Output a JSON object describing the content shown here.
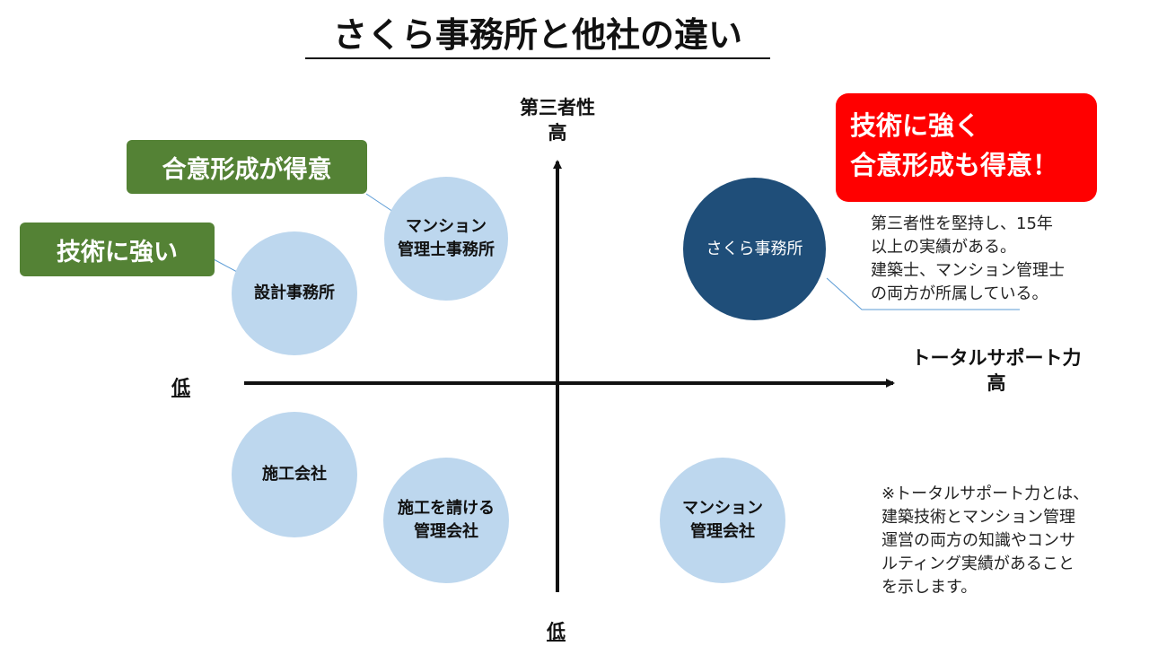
{
  "title": "さくら事務所と他社の違い",
  "axes": {
    "y_top": {
      "name": "第三者性",
      "high": "高"
    },
    "y_bottom_low": "低",
    "x_right": {
      "name": "トータルサポート力",
      "high": "高"
    },
    "x_left_low": "低"
  },
  "circles": {
    "design_office": "設計事務所",
    "mansion_manager_office": "マンション\n管理士事務所",
    "sakura_office": "さくら事務所",
    "construction_company": "施工会社",
    "construction_capable_mgmt": "施工を請ける\n管理会社",
    "mansion_mgmt_company": "マンション\n管理会社"
  },
  "tags": {
    "consensus": "合意形成が得意",
    "technical": "技術に強い"
  },
  "callout": {
    "line1": "技術に強く",
    "line2": "合意形成も得意！"
  },
  "notes": {
    "sakura_description": "第三者性を堅持し、15年\n以上の実績がある。\n建築士、マンション管理士\nの両方が所属している。",
    "total_support_definition": "※トータルサポート力とは、\n建築技術とマンション管理\n運営の両方の知識やコンサ\nルティング実績があること\nを示します。"
  },
  "colors": {
    "circle_light": "#bdd7ee",
    "circle_dark": "#1f4e79",
    "tag_green": "#548235",
    "callout_red": "#ff0000"
  }
}
